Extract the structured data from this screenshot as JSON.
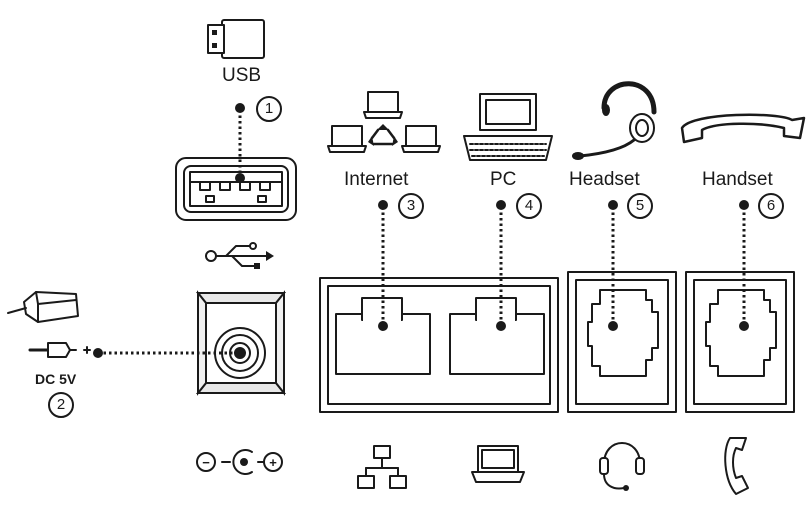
{
  "ports": [
    {
      "number": "1",
      "label": "USB",
      "name": "usb"
    },
    {
      "number": "2",
      "label": "DC 5V",
      "name": "power"
    },
    {
      "number": "3",
      "label": "Internet",
      "name": "internet"
    },
    {
      "number": "4",
      "label": "PC",
      "name": "pc"
    },
    {
      "number": "5",
      "label": "Headset",
      "name": "headset"
    },
    {
      "number": "6",
      "label": "Handset",
      "name": "handset"
    }
  ],
  "icons": {
    "usb_stick": "usb-stick-icon",
    "usb_symbol": "usb-symbol-icon",
    "power_adapter": "power-adapter-icon",
    "dc_plug": "dc-plug-icon",
    "polarity": "polarity-symbol-icon",
    "network": "network-computers-icon",
    "desktop_pc": "desktop-computer-icon",
    "headset": "headset-icon",
    "handset": "handset-icon",
    "lan_symbol": "lan-topology-icon",
    "laptop_symbol": "laptop-icon",
    "headset_symbol": "headset-symbol-icon",
    "handset_symbol": "handset-symbol-icon"
  },
  "colors": {
    "line": "#1a1a1a",
    "fill": "#ffffff",
    "shade": "#e6e6e6"
  }
}
